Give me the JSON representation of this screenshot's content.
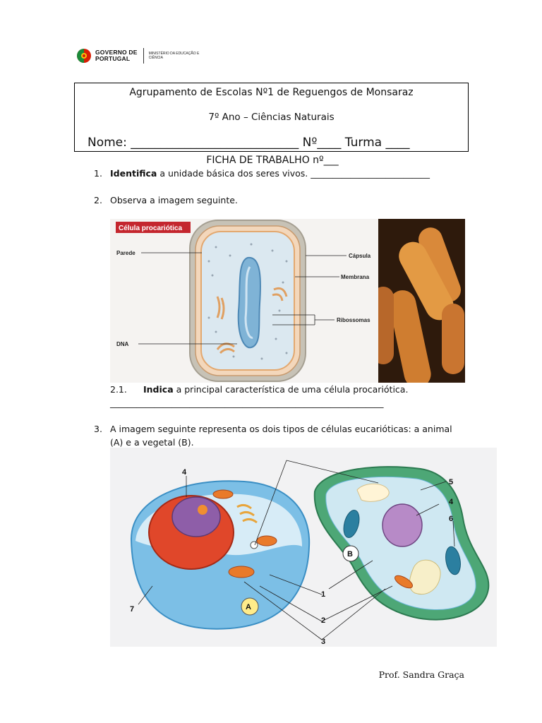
{
  "logo": {
    "line1": "GOVERNO DE",
    "line2": "PORTUGAL",
    "ministry": "MINISTÉRIO DA EDUCAÇÃO E CIÊNCIA"
  },
  "header": {
    "school": "Agrupamento de Escolas Nº1 de Reguengos de Monsaraz",
    "grade": "7º Ano – Ciências Naturais",
    "name_line": "Nome: ____________________________ Nº____ Turma ____"
  },
  "worksheet_title": "FICHA DE TRABALHO nº___",
  "questions": {
    "q1": {
      "num": "1.",
      "bold": "Identifica",
      "text": " a unidade básica dos seres vivos. ___________________________"
    },
    "q2": {
      "num": "2.",
      "text": "Observa a imagem seguinte."
    },
    "q21": {
      "num": "2.1.",
      "bold": "Indica",
      "text": " a principal característica de uma célula procariótica.",
      "answer_line": "______________________________________________________________"
    },
    "q3": {
      "num": "3.",
      "text_line1": "A imagem seguinte representa os dois tipos de células eucarióticas: a animal",
      "text_line2": "(A) e a vegetal (B)."
    }
  },
  "figure1": {
    "title": "Célula procariótica",
    "labels": {
      "parede": "Parede",
      "dna": "DNA",
      "capsula": "Cápsula",
      "membrana": "Membrana",
      "ribossomas": "Ribossomas"
    }
  },
  "figure2": {
    "labels": {
      "a": "A",
      "b": "B",
      "n1": "1",
      "n2": "2",
      "n3": "3",
      "n4a": "4",
      "n4b": "4",
      "n5": "5",
      "n6": "6",
      "n7": "7"
    }
  },
  "footer": "Prof. Sandra Graça"
}
